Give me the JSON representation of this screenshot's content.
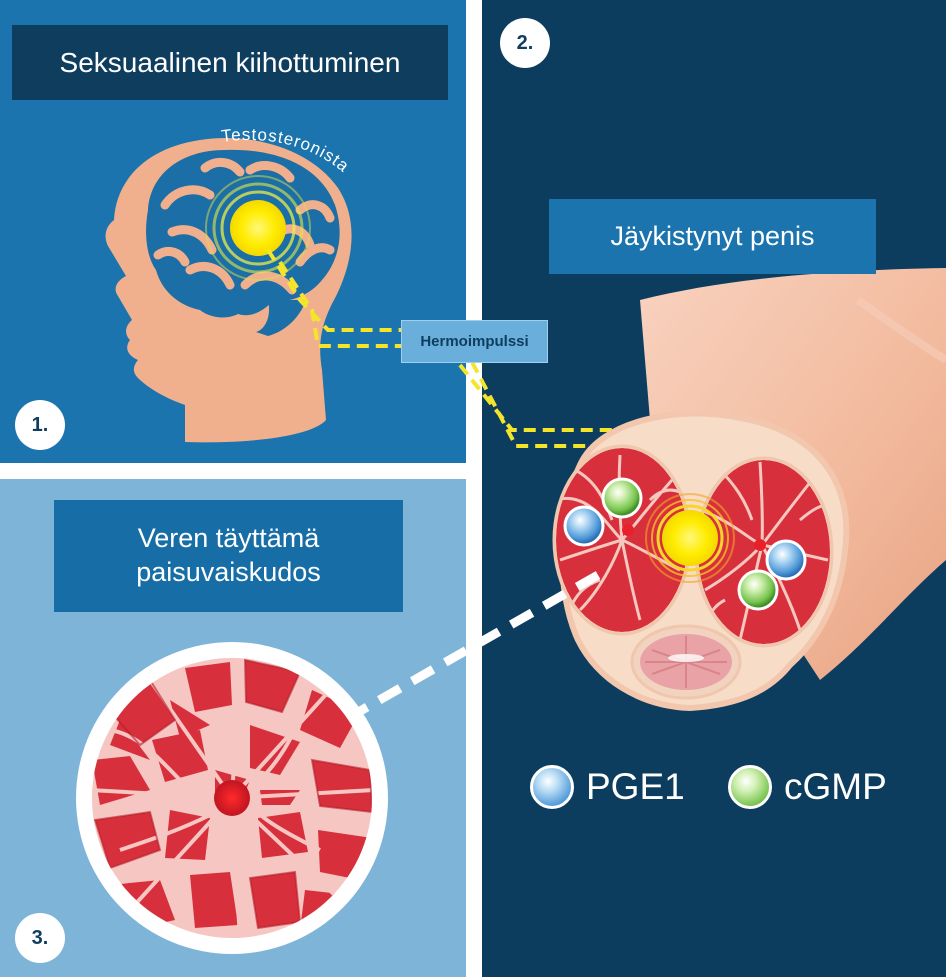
{
  "panels": {
    "step1": {
      "number": "1.",
      "title": "Seksuaalinen kiihottuminen",
      "brain_label": "Testosteronista"
    },
    "step2": {
      "number": "2.",
      "title": "Jäykistynyt penis",
      "nerve_label": "Hermoimpulssi"
    },
    "step3": {
      "number": "3.",
      "title_line1": "Veren täyttämä",
      "title_line2": "paisuvaiskudos"
    }
  },
  "legend": [
    {
      "label": "PGE1",
      "color": "#4d98d8"
    },
    {
      "label": "cGMP",
      "color": "#74c24a"
    }
  ],
  "colors": {
    "panel1_bg": "#1b74ad",
    "panel2_bg": "#0d3d5e",
    "panel3_bg": "#7fb4d9",
    "nerve_yellow": "#f5e52a",
    "skin": "#f0b08e",
    "tissue_red": "#d7303c"
  }
}
